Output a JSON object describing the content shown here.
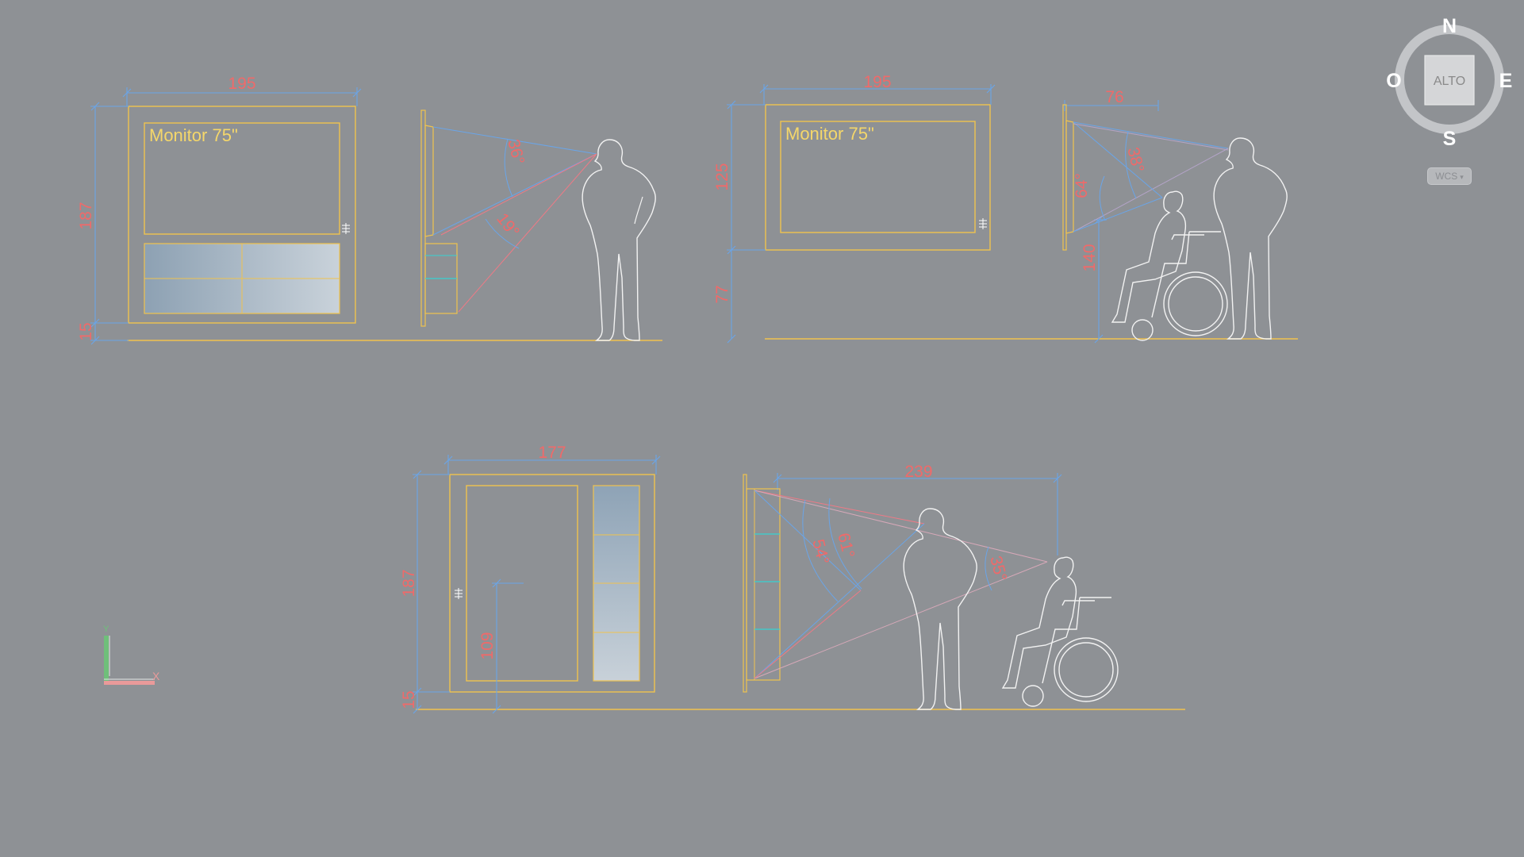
{
  "drawing": {
    "panel_a": {
      "screen_label": "Monitor 75\"",
      "dim_width": "195",
      "dim_height": "187",
      "dim_base": "15",
      "angle_upper": "36°",
      "angle_lower": "19°"
    },
    "panel_b": {
      "screen_label": "Monitor 75\"",
      "dim_width": "195",
      "dim_screen_height": "125",
      "dim_mount_height": "77",
      "dim_depth": "76",
      "dim_eye_height": "140",
      "angle_standing": "38°",
      "angle_wheelchair": "64°"
    },
    "panel_c": {
      "dim_width": "177",
      "dim_height": "187",
      "dim_handle_height": "109",
      "dim_base": "15",
      "dim_distance": "239",
      "angle_a": "54°",
      "angle_b": "61°",
      "angle_wheelchair": "35°"
    }
  },
  "viewcube": {
    "north": "N",
    "south": "S",
    "east": "E",
    "west": "O",
    "face": "ALTO",
    "coord_system": "WCS"
  },
  "ucs_icon": {
    "x_axis": "X",
    "y_axis": "Y"
  },
  "colors": {
    "background": "#8e9195",
    "dimension_lines": "#6aa5e8",
    "dimension_text": "#ef6a6a",
    "object_lines": "#f0c34e",
    "figures": "#f2f2f2",
    "cyan_lines": "#37d2d2"
  }
}
